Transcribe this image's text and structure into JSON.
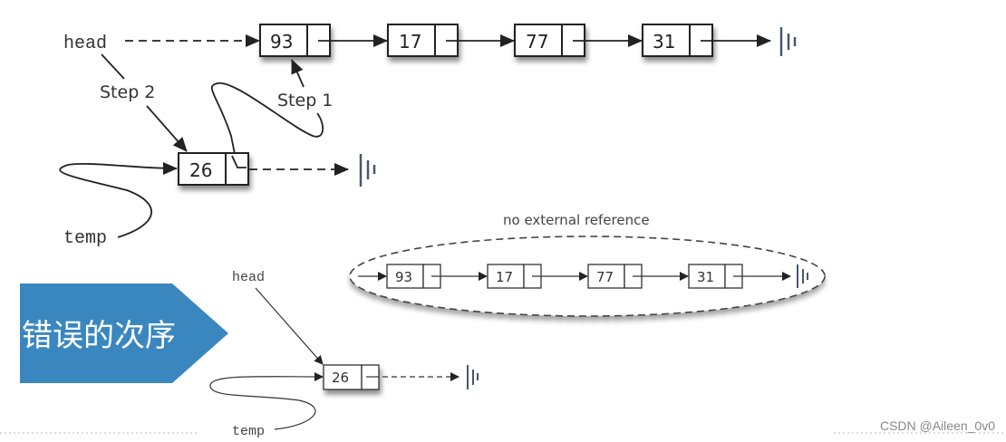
{
  "top_diagram": {
    "head_label": "head",
    "temp_label": "temp",
    "step1_label": "Step 1",
    "step2_label": "Step 2",
    "nodes": [
      {
        "value": "93"
      },
      {
        "value": "17"
      },
      {
        "value": "77"
      },
      {
        "value": "31"
      }
    ],
    "new_node": {
      "value": "26"
    }
  },
  "bottom_diagram": {
    "ellipse_caption": "no external reference",
    "head_label": "head",
    "temp_label": "temp",
    "nodes": [
      {
        "value": "93"
      },
      {
        "value": "17"
      },
      {
        "value": "77"
      },
      {
        "value": "31"
      }
    ],
    "new_node": {
      "value": "26"
    }
  },
  "banner": {
    "text": "错误的次序",
    "color": "#3a87c0"
  },
  "watermark": "CSDN @Aileen_0v0"
}
